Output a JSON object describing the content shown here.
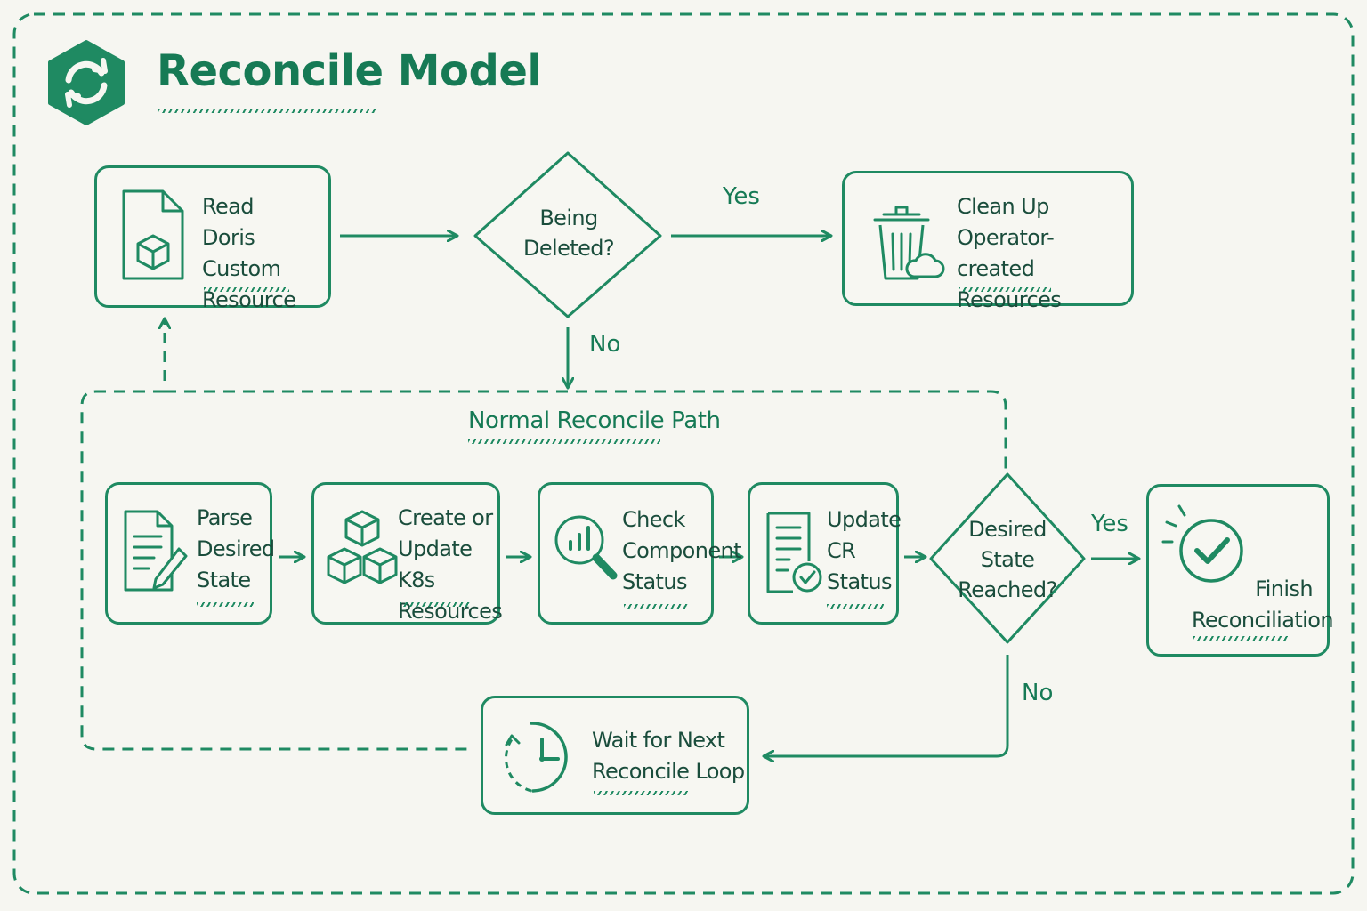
{
  "title": "Reconcile Model",
  "nodes": {
    "read_cr": "Read\nDoris Custom\nResource",
    "being_deleted": "Being\nDeleted?",
    "clean_up": "Clean Up\nOperator-created\nResources",
    "parse": "Parse\nDesired\nState",
    "create_update": "Create or\nUpdate K8s\nResources",
    "check": "Check\nComponent\nStatus",
    "update_cr": "Update\nCR\nStatus",
    "desired_reached": "Desired\nState\nReached?",
    "finish": "Finish\nReconciliation",
    "wait": "Wait for Next\nReconcile Loop"
  },
  "edges": {
    "deleted_yes": "Yes",
    "deleted_no": "No",
    "reached_yes": "Yes",
    "reached_no": "No"
  },
  "group_label": "Normal Reconcile Path",
  "colors": {
    "accent": "#1f8a62",
    "text": "#1a4d3c",
    "background": "#f6f6f1"
  },
  "icons": {
    "logo": "sync-icon",
    "read_cr": "document-cube-icon",
    "clean_up": "trash-cloud-icon",
    "parse": "document-pencil-icon",
    "create_update": "cubes-icon",
    "check": "magnifier-chart-icon",
    "update_cr": "document-check-icon",
    "finish": "check-circle-icon",
    "wait": "clock-icon"
  }
}
